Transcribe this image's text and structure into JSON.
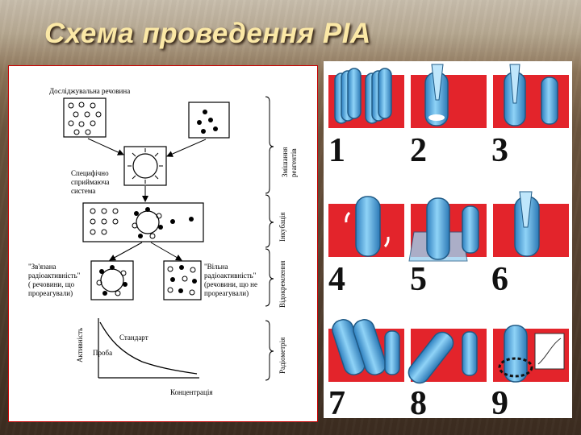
{
  "title": "Схема проведення РІА",
  "left_scheme": {
    "test_substance_label": "Досліджувальна речовина",
    "specific_system_label": [
      "Специфічно",
      "сприймаюча",
      "система"
    ],
    "bound_label": [
      "\"Зв'язана",
      "радіоактивність\"",
      "( речовини, що",
      "прореагували)"
    ],
    "free_label": [
      "\"Вільна",
      "радіоактивність\"",
      "(речовини, що не",
      "прореагували)"
    ],
    "stages": {
      "mixing": [
        "Змішання",
        "реагентів"
      ],
      "incubation": "Інкубація",
      "separation": "Відокремлення",
      "radiometry": "Радіометрія"
    },
    "graph": {
      "ylabel": "Активність",
      "xlabel": "Концентрація",
      "standard_label": "Стандарт",
      "sample_label": "Проба"
    }
  },
  "right_steps": {
    "numbers": [
      "1",
      "2",
      "3",
      "4",
      "5",
      "6",
      "7",
      "8",
      "9"
    ],
    "colors": {
      "red": "#e3242b",
      "tube": "#5ab4e8",
      "tube_dark": "#1f5a86"
    }
  },
  "colors": {
    "title": "#fbe8a6",
    "panel_border": "#c80000"
  }
}
